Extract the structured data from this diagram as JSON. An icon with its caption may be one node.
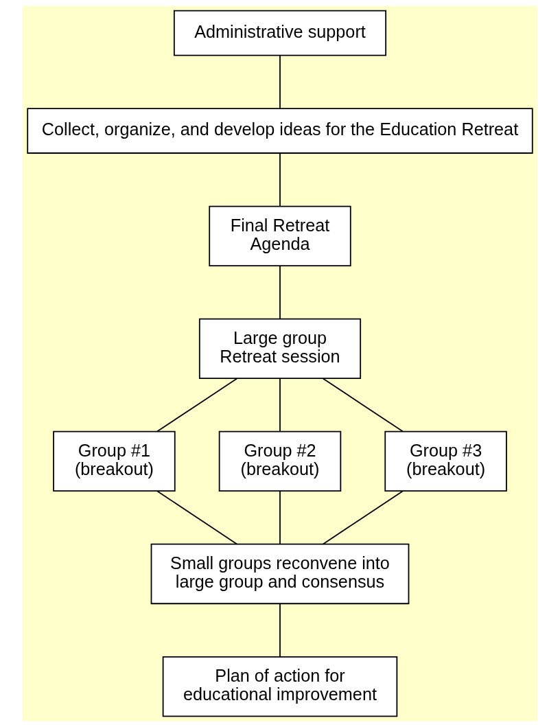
{
  "diagram": {
    "nodes": [
      {
        "text": [
          "Administrative support"
        ]
      },
      {
        "text": [
          "Collect, organize, and develop ideas for the Education Retreat"
        ]
      },
      {
        "text": [
          "Final Retreat Agenda"
        ]
      },
      {
        "text": [
          "Large group Retreat session"
        ]
      },
      {
        "text": [
          "Group #1 (breakout)"
        ]
      },
      {
        "text": [
          "Group #2 (breakout)"
        ]
      },
      {
        "text": [
          "Group #3 (breakout)"
        ]
      },
      {
        "text": [
          "Small groups reconvene into large group and consensus"
        ]
      },
      {
        "text": [
          "Plan of action for educational improvement"
        ]
      }
    ],
    "edges": [
      {
        "from": 0,
        "to": 1,
        "arrow": "none"
      },
      {
        "from": 1,
        "to": 2,
        "arrow": "none"
      },
      {
        "from": 2,
        "to": 3,
        "arrow": "none"
      },
      {
        "from": 3,
        "to": 4,
        "arrow": "none"
      },
      {
        "from": 3,
        "to": 5,
        "arrow": "none"
      },
      {
        "from": 3,
        "to": 6,
        "arrow": "none"
      },
      {
        "from": 4,
        "to": 7,
        "arrow": "none"
      },
      {
        "from": 5,
        "to": 7,
        "arrow": "none"
      },
      {
        "from": 6,
        "to": 7,
        "arrow": "none"
      },
      {
        "from": 7,
        "to": 8,
        "arrow": "none"
      }
    ]
  }
}
